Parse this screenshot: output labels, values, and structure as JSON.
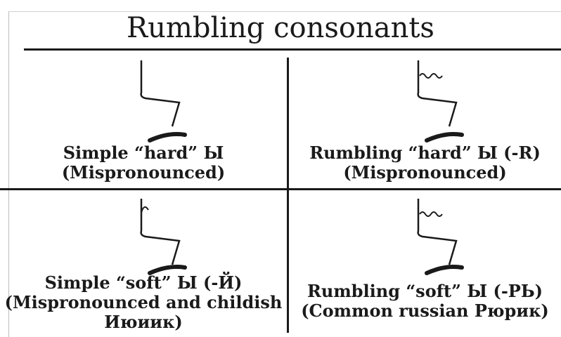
{
  "title": "Rumbling consonants",
  "cells": [
    {
      "lines": [
        "Simple “hard” Ы",
        "(Mispronounced)"
      ],
      "glyph": "plain"
    },
    {
      "lines": [
        "Rumbling “hard” Ы (-R)",
        "(Mispronounced)"
      ],
      "glyph": "wavy"
    },
    {
      "lines": [
        "Simple “soft” Ы (-Й)",
        "(Mispronounced and childish",
        "Июиик)"
      ],
      "glyph": "hook"
    },
    {
      "lines": [
        "Rumbling “soft” Ы (-РЬ)",
        "(Common russian Рюрик)"
      ],
      "glyph": "wavy"
    }
  ],
  "colors": {
    "ink": "#1a1a1a",
    "background": "#ffffff"
  }
}
